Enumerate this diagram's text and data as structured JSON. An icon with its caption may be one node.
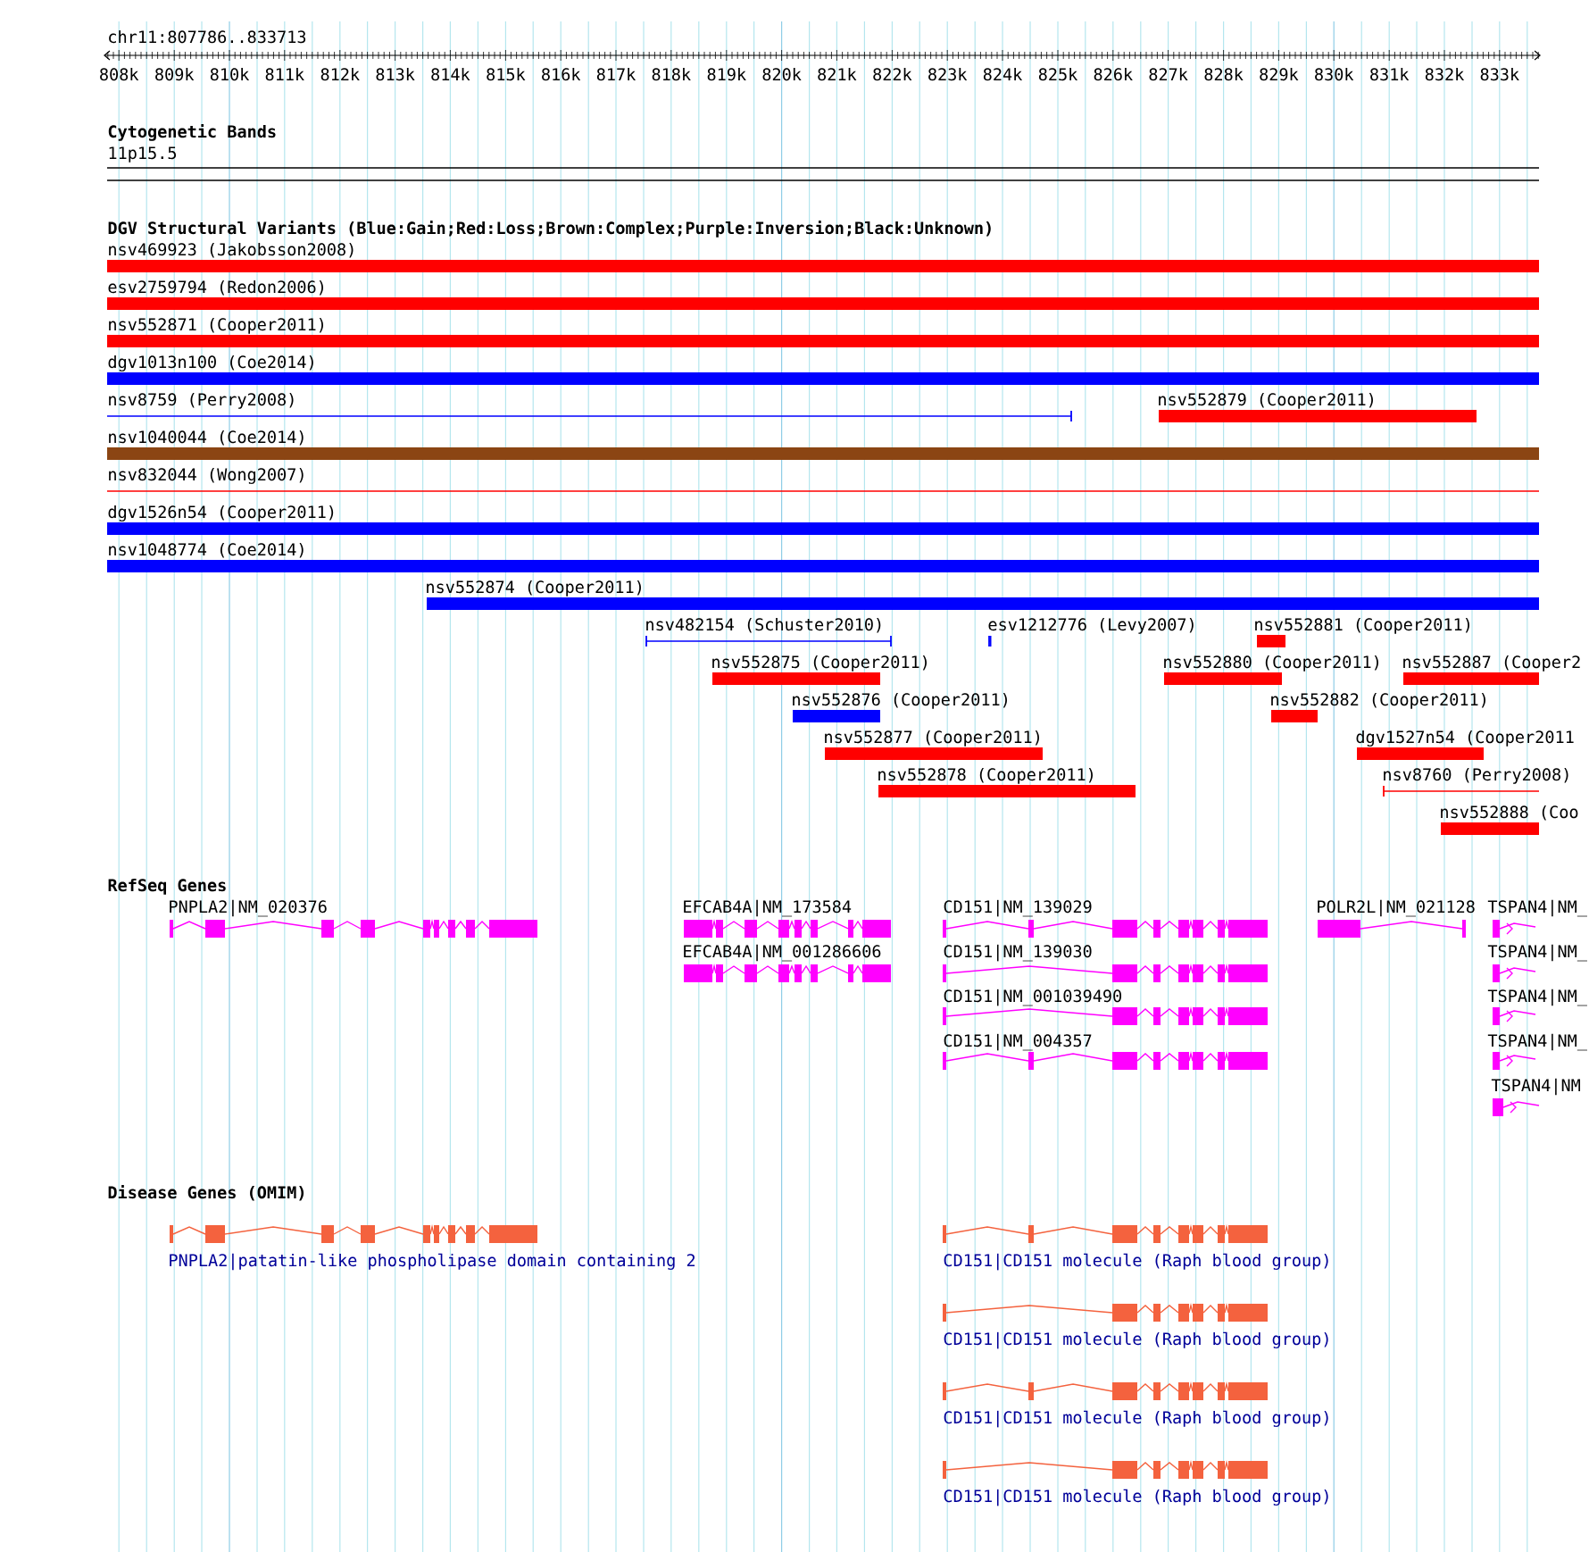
{
  "diagram": {
    "title": "chr11:807786..833713",
    "nodes": [
      {
        "text": [
          "11p15.5"
        ]
      },
      {
        "text": [
          "nsv469923 (Jakobsson2008)"
        ]
      },
      {
        "text": [
          "esv2759794 (Redon2006)"
        ]
      },
      {
        "text": [
          "nsv552871 (Cooper2011)"
        ]
      },
      {
        "text": [
          "dgv1013n100 (Coe2014)"
        ]
      },
      {
        "text": [
          "nsv8759 (Perry2008)"
        ]
      },
      {
        "text": [
          "nsv552879 (Cooper2011)"
        ]
      },
      {
        "text": [
          "nsv1040044 (Coe2014)"
        ]
      },
      {
        "text": [
          "nsv832044 (Wong2007)"
        ]
      },
      {
        "text": [
          "dgv1526n54 (Cooper2011)"
        ]
      },
      {
        "text": [
          "nsv1048774 (Coe2014)"
        ]
      },
      {
        "text": [
          "nsv552874 (Cooper2011)"
        ]
      },
      {
        "text": [
          "nsv482154 (Schuster2010)"
        ]
      },
      {
        "text": [
          "esv1212776 (Levy2007)"
        ]
      },
      {
        "text": [
          "nsv552881 (Cooper2011)"
        ]
      },
      {
        "text": [
          "nsv552875 (Cooper2011)"
        ]
      },
      {
        "text": [
          "nsv552880 (Cooper2011)"
        ]
      },
      {
        "text": [
          "nsv552887 (Cooper2"
        ]
      },
      {
        "text": [
          "nsv552876 (Cooper2011)"
        ]
      },
      {
        "text": [
          "nsv552882 (Cooper2011)"
        ]
      },
      {
        "text": [
          "nsv552877 (Cooper2011)"
        ]
      },
      {
        "text": [
          "dgv1527n54 (Cooper2011"
        ]
      },
      {
        "text": [
          "nsv552878 (Cooper2011)"
        ]
      },
      {
        "text": [
          "nsv8760 (Perry2008)"
        ]
      },
      {
        "text": [
          "nsv552888 (Coo"
        ]
      },
      {
        "text": [
          "PNPLA2|NM_020376"
        ]
      },
      {
        "text": [
          "EFCAB4A|NM_173584"
        ]
      },
      {
        "text": [
          "CD151|NM_139029"
        ]
      },
      {
        "text": [
          "POLR2L|NM_021128"
        ]
      },
      {
        "text": [
          "TSPAN4|NM_"
        ]
      },
      {
        "text": [
          "EFCAB4A|NM_001286606"
        ]
      },
      {
        "text": [
          "CD151|NM_139030"
        ]
      },
      {
        "text": [
          "TSPAN4|NM_"
        ]
      },
      {
        "text": [
          "CD151|NM_001039490"
        ]
      },
      {
        "text": [
          "TSPAN4|NM_"
        ]
      },
      {
        "text": [
          "CD151|NM_004357"
        ]
      },
      {
        "text": [
          "TSPAN4|NM_"
        ]
      },
      {
        "text": [
          "TSPAN4|NM"
        ]
      },
      {
        "text": [
          "PNPLA2|patatin-like phospholipase domain containing 2"
        ]
      },
      {
        "text": [
          "CD151|CD151 molecule (Raph blood group)"
        ]
      },
      {
        "text": [
          "CD151|CD151 molecule (Raph blood group)"
        ]
      },
      {
        "text": [
          "CD151|CD151 molecule (Raph blood group)"
        ]
      },
      {
        "text": [
          "CD151|CD151 molecule (Raph blood group)"
        ]
      }
    ],
    "labels": [
      "808k",
      "809k",
      "810k",
      "811k",
      "812k",
      "813k",
      "814k",
      "815k",
      "816k",
      "817k",
      "818k",
      "819k",
      "820k",
      "821k",
      "822k",
      "823k",
      "824k",
      "825k",
      "826k",
      "827k",
      "828k",
      "829k",
      "830k",
      "831k",
      "832k",
      "833k",
      "Cytogenetic Bands",
      "DGV Structural Variants (Blue:Gain;Red:Loss;Brown:Complex;Purple:Inversion;Black:Unknown)",
      "RefSeq Genes",
      "Disease Genes (OMIM)"
    ]
  }
}
